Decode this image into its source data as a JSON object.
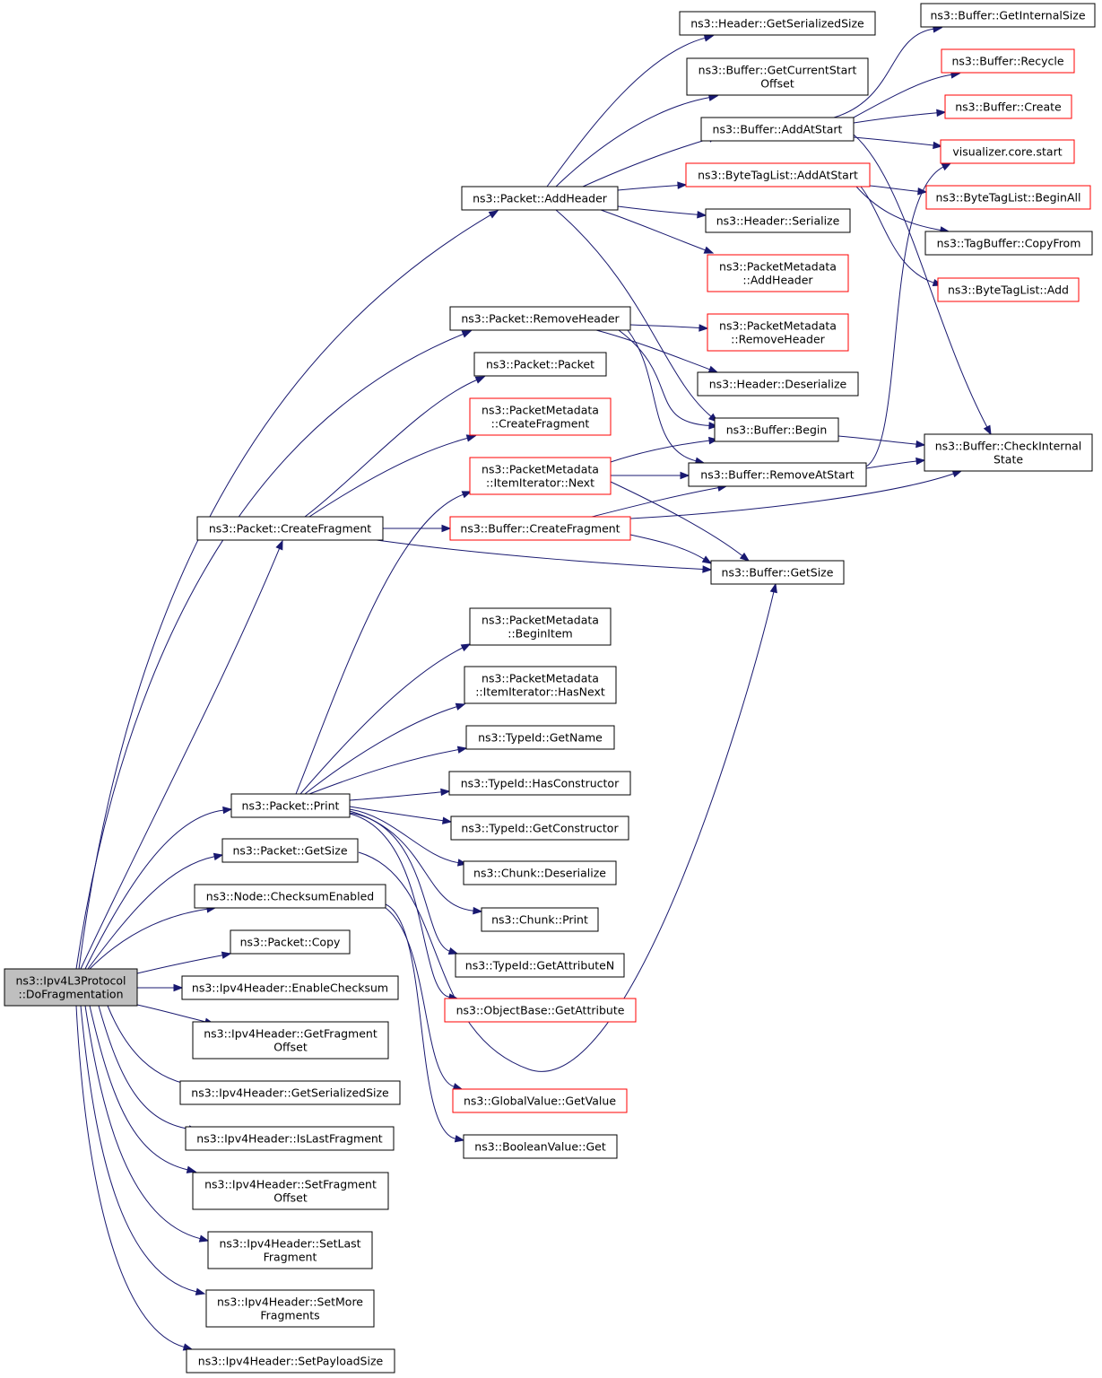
{
  "nodes": [
    {
      "id": "root",
      "lines": [
        "ns3::Ipv4L3Protocol",
        "::DoFragmentation"
      ],
      "style": "root"
    },
    {
      "id": "pkt_addheader",
      "lines": [
        "ns3::Packet::AddHeader"
      ],
      "style": "normal"
    },
    {
      "id": "hdr_getsersize",
      "lines": [
        "ns3::Header::GetSerializedSize"
      ],
      "style": "normal"
    },
    {
      "id": "buf_getcurstart",
      "lines": [
        "ns3::Buffer::GetCurrentStart",
        "Offset"
      ],
      "style": "normal"
    },
    {
      "id": "buf_addatstart",
      "lines": [
        "ns3::Buffer::AddAtStart"
      ],
      "style": "normal"
    },
    {
      "id": "btl_addatstart",
      "lines": [
        "ns3::ByteTagList::AddAtStart"
      ],
      "style": "red"
    },
    {
      "id": "hdr_serialize",
      "lines": [
        "ns3::Header::Serialize"
      ],
      "style": "normal"
    },
    {
      "id": "pm_addheader",
      "lines": [
        "ns3::PacketMetadata",
        "::AddHeader"
      ],
      "style": "red"
    },
    {
      "id": "buf_getinternalsize",
      "lines": [
        "ns3::Buffer::GetInternalSize"
      ],
      "style": "normal"
    },
    {
      "id": "buf_recycle",
      "lines": [
        "ns3::Buffer::Recycle"
      ],
      "style": "red"
    },
    {
      "id": "buf_create",
      "lines": [
        "ns3::Buffer::Create"
      ],
      "style": "red"
    },
    {
      "id": "vis_start",
      "lines": [
        "visualizer.core.start"
      ],
      "style": "red"
    },
    {
      "id": "btl_beginall",
      "lines": [
        "ns3::ByteTagList::BeginAll"
      ],
      "style": "red"
    },
    {
      "id": "tagbuf_copyfrom",
      "lines": [
        "ns3::TagBuffer::CopyFrom"
      ],
      "style": "normal"
    },
    {
      "id": "btl_add",
      "lines": [
        "ns3::ByteTagList::Add"
      ],
      "style": "red"
    },
    {
      "id": "pkt_removeheader",
      "lines": [
        "ns3::Packet::RemoveHeader"
      ],
      "style": "normal"
    },
    {
      "id": "pm_removeheader",
      "lines": [
        "ns3::PacketMetadata",
        "::RemoveHeader"
      ],
      "style": "red"
    },
    {
      "id": "hdr_deserialize",
      "lines": [
        "ns3::Header::Deserialize"
      ],
      "style": "normal"
    },
    {
      "id": "pkt_packet",
      "lines": [
        "ns3::Packet::Packet"
      ],
      "style": "normal"
    },
    {
      "id": "pm_createfrag",
      "lines": [
        "ns3::PacketMetadata",
        "::CreateFragment"
      ],
      "style": "red"
    },
    {
      "id": "buf_begin",
      "lines": [
        "ns3::Buffer::Begin"
      ],
      "style": "normal"
    },
    {
      "id": "buf_checkinternal",
      "lines": [
        "ns3::Buffer::CheckInternal",
        "State"
      ],
      "style": "normal"
    },
    {
      "id": "pm_iinext",
      "lines": [
        "ns3::PacketMetadata",
        "::ItemIterator::Next"
      ],
      "style": "red"
    },
    {
      "id": "buf_removeatstart",
      "lines": [
        "ns3::Buffer::RemoveAtStart"
      ],
      "style": "normal"
    },
    {
      "id": "pkt_createfrag",
      "lines": [
        "ns3::Packet::CreateFragment"
      ],
      "style": "normal"
    },
    {
      "id": "buf_createfrag",
      "lines": [
        "ns3::Buffer::CreateFragment"
      ],
      "style": "red"
    },
    {
      "id": "buf_getsize",
      "lines": [
        "ns3::Buffer::GetSize"
      ],
      "style": "normal"
    },
    {
      "id": "pm_beginitem",
      "lines": [
        "ns3::PacketMetadata",
        "::BeginItem"
      ],
      "style": "normal"
    },
    {
      "id": "pm_iihasnext",
      "lines": [
        "ns3::PacketMetadata",
        "::ItemIterator::HasNext"
      ],
      "style": "normal"
    },
    {
      "id": "tid_getname",
      "lines": [
        "ns3::TypeId::GetName"
      ],
      "style": "normal"
    },
    {
      "id": "tid_hasctor",
      "lines": [
        "ns3::TypeId::HasConstructor"
      ],
      "style": "normal"
    },
    {
      "id": "pkt_print",
      "lines": [
        "ns3::Packet::Print"
      ],
      "style": "normal"
    },
    {
      "id": "tid_getctor",
      "lines": [
        "ns3::TypeId::GetConstructor"
      ],
      "style": "normal"
    },
    {
      "id": "pkt_getsize",
      "lines": [
        "ns3::Packet::GetSize"
      ],
      "style": "normal"
    },
    {
      "id": "chunk_deser",
      "lines": [
        "ns3::Chunk::Deserialize"
      ],
      "style": "normal"
    },
    {
      "id": "node_cksum",
      "lines": [
        "ns3::Node::ChecksumEnabled"
      ],
      "style": "normal"
    },
    {
      "id": "chunk_print",
      "lines": [
        "ns3::Chunk::Print"
      ],
      "style": "normal"
    },
    {
      "id": "pkt_copy",
      "lines": [
        "ns3::Packet::Copy"
      ],
      "style": "normal"
    },
    {
      "id": "tid_getattrn",
      "lines": [
        "ns3::TypeId::GetAttributeN"
      ],
      "style": "normal"
    },
    {
      "id": "ipv4_enablecksum",
      "lines": [
        "ns3::Ipv4Header::EnableChecksum"
      ],
      "style": "normal"
    },
    {
      "id": "ob_getattr",
      "lines": [
        "ns3::ObjectBase::GetAttribute"
      ],
      "style": "red"
    },
    {
      "id": "ipv4_getfragoff",
      "lines": [
        "ns3::Ipv4Header::GetFragment",
        "Offset"
      ],
      "style": "normal"
    },
    {
      "id": "ipv4_getsersize",
      "lines": [
        "ns3::Ipv4Header::GetSerializedSize"
      ],
      "style": "normal"
    },
    {
      "id": "gv_getvalue",
      "lines": [
        "ns3::GlobalValue::GetValue"
      ],
      "style": "red"
    },
    {
      "id": "ipv4_islastfrag",
      "lines": [
        "ns3::Ipv4Header::IsLastFragment"
      ],
      "style": "normal"
    },
    {
      "id": "bv_get",
      "lines": [
        "ns3::BooleanValue::Get"
      ],
      "style": "normal"
    },
    {
      "id": "ipv4_setfragoff",
      "lines": [
        "ns3::Ipv4Header::SetFragment",
        "Offset"
      ],
      "style": "normal"
    },
    {
      "id": "ipv4_setlastfrag",
      "lines": [
        "ns3::Ipv4Header::SetLast",
        "Fragment"
      ],
      "style": "normal"
    },
    {
      "id": "ipv4_setmorefrag",
      "lines": [
        "ns3::Ipv4Header::SetMore",
        "Fragments"
      ],
      "style": "normal"
    },
    {
      "id": "ipv4_setpayload",
      "lines": [
        "ns3::Ipv4Header::SetPayloadSize"
      ],
      "style": "normal"
    }
  ],
  "edges": [
    [
      "root",
      "pkt_addheader"
    ],
    [
      "root",
      "pkt_removeheader"
    ],
    [
      "root",
      "pkt_createfrag"
    ],
    [
      "root",
      "pkt_print"
    ],
    [
      "root",
      "pkt_getsize"
    ],
    [
      "root",
      "node_cksum"
    ],
    [
      "root",
      "pkt_copy"
    ],
    [
      "root",
      "ipv4_enablecksum"
    ],
    [
      "root",
      "ipv4_getfragoff"
    ],
    [
      "root",
      "ipv4_getsersize"
    ],
    [
      "root",
      "ipv4_islastfrag"
    ],
    [
      "root",
      "ipv4_setfragoff"
    ],
    [
      "root",
      "ipv4_setlastfrag"
    ],
    [
      "root",
      "ipv4_setmorefrag"
    ],
    [
      "root",
      "ipv4_setpayload"
    ],
    [
      "pkt_addheader",
      "hdr_getsersize"
    ],
    [
      "pkt_addheader",
      "buf_getcurstart"
    ],
    [
      "pkt_addheader",
      "buf_addatstart"
    ],
    [
      "pkt_addheader",
      "btl_addatstart"
    ],
    [
      "pkt_addheader",
      "hdr_serialize"
    ],
    [
      "pkt_addheader",
      "pm_addheader"
    ],
    [
      "pkt_addheader",
      "buf_begin"
    ],
    [
      "buf_addatstart",
      "buf_getinternalsize"
    ],
    [
      "buf_addatstart",
      "buf_recycle"
    ],
    [
      "buf_addatstart",
      "buf_create"
    ],
    [
      "buf_addatstart",
      "vis_start"
    ],
    [
      "buf_addatstart",
      "buf_checkinternal"
    ],
    [
      "btl_addatstart",
      "btl_beginall"
    ],
    [
      "btl_addatstart",
      "tagbuf_copyfrom"
    ],
    [
      "btl_addatstart",
      "btl_add"
    ],
    [
      "pkt_removeheader",
      "pm_removeheader"
    ],
    [
      "pkt_removeheader",
      "hdr_deserialize"
    ],
    [
      "pkt_removeheader",
      "buf_begin"
    ],
    [
      "pkt_removeheader",
      "buf_removeatstart"
    ],
    [
      "buf_begin",
      "buf_checkinternal"
    ],
    [
      "buf_removeatstart",
      "vis_start"
    ],
    [
      "buf_removeatstart",
      "buf_checkinternal"
    ],
    [
      "pkt_createfrag",
      "pkt_packet"
    ],
    [
      "pkt_createfrag",
      "pm_createfrag"
    ],
    [
      "pkt_createfrag",
      "buf_createfrag"
    ],
    [
      "pkt_createfrag",
      "buf_getsize"
    ],
    [
      "buf_createfrag",
      "buf_removeatstart"
    ],
    [
      "buf_createfrag",
      "buf_checkinternal"
    ],
    [
      "buf_createfrag",
      "buf_getsize"
    ],
    [
      "pm_iinext",
      "buf_begin"
    ],
    [
      "pm_iinext",
      "buf_removeatstart"
    ],
    [
      "pm_iinext",
      "buf_getsize"
    ],
    [
      "pkt_print",
      "pm_iinext"
    ],
    [
      "pkt_print",
      "pm_beginitem"
    ],
    [
      "pkt_print",
      "pm_iihasnext"
    ],
    [
      "pkt_print",
      "tid_getname"
    ],
    [
      "pkt_print",
      "tid_hasctor"
    ],
    [
      "pkt_print",
      "tid_getctor"
    ],
    [
      "pkt_print",
      "chunk_deser"
    ],
    [
      "pkt_print",
      "chunk_print"
    ],
    [
      "pkt_print",
      "tid_getattrn"
    ],
    [
      "pkt_print",
      "ob_getattr"
    ],
    [
      "pkt_getsize",
      "buf_getsize"
    ],
    [
      "node_cksum",
      "gv_getvalue"
    ],
    [
      "node_cksum",
      "bv_get"
    ]
  ]
}
